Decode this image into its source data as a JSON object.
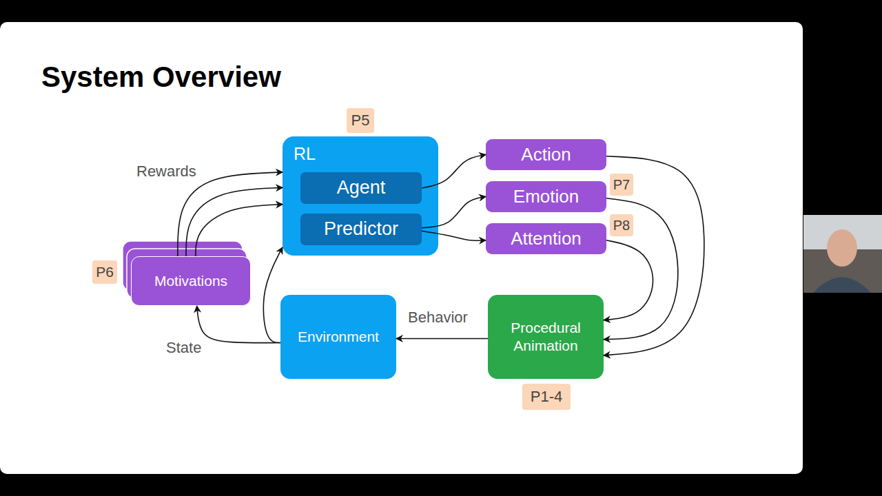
{
  "diagram": {
    "title": "System Overview",
    "nodes": [
      {
        "text": [
          "RL"
        ]
      },
      {
        "text": [
          "Agent"
        ],
        "in": 0
      },
      {
        "text": [
          "Predictor"
        ],
        "in": 0
      },
      {
        "text": [
          "Action"
        ]
      },
      {
        "text": [
          "Emotion"
        ]
      },
      {
        "text": [
          "Attention"
        ]
      },
      {
        "text": [
          "Motivations"
        ]
      },
      {
        "text": [
          "Environment"
        ]
      },
      {
        "text": [
          "Procedural Animation"
        ]
      }
    ],
    "edges": [
      {
        "from": 6,
        "to": 0,
        "label": "Rewards",
        "arrow": "to"
      },
      {
        "from": 6,
        "to": 0,
        "arrow": "to"
      },
      {
        "from": 6,
        "to": 0,
        "arrow": "to"
      },
      {
        "from": 1,
        "to": 3,
        "arrow": "to"
      },
      {
        "from": 2,
        "to": 4,
        "arrow": "to"
      },
      {
        "from": 2,
        "to": 5,
        "arrow": "to"
      },
      {
        "from": 3,
        "to": 8,
        "arrow": "to"
      },
      {
        "from": 4,
        "to": 8,
        "arrow": "to"
      },
      {
        "from": 5,
        "to": 8,
        "arrow": "to"
      },
      {
        "from": 8,
        "to": 7,
        "label": "Behavior",
        "arrow": "to"
      },
      {
        "from": 7,
        "to": 6,
        "label": "State",
        "arrow": "to"
      },
      {
        "from": 7,
        "to": 0,
        "arrow": "to"
      }
    ],
    "labels": [
      "P5",
      "P6",
      "P7",
      "P8",
      "P1-4"
    ]
  }
}
